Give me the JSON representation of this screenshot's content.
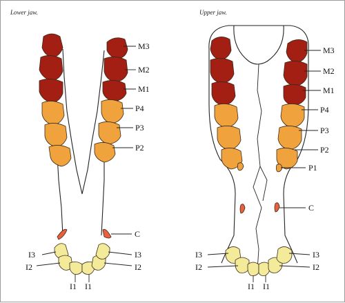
{
  "panels": {
    "lower": {
      "title": "Lower jaw."
    },
    "upper": {
      "title": "Upper jaw."
    }
  },
  "labels": {
    "M3": "M3",
    "M2": "M2",
    "M1": "M1",
    "P4": "P4",
    "P3": "P3",
    "P2": "P2",
    "P1": "P1",
    "C": "C",
    "I3": "I3",
    "I2": "I2",
    "I1": "I1"
  },
  "colors": {
    "molar": "#a31f14",
    "premolar": "#f0a33c",
    "canine": "#e8603c",
    "incisor": "#f3ea9a",
    "outline": "#222222"
  }
}
